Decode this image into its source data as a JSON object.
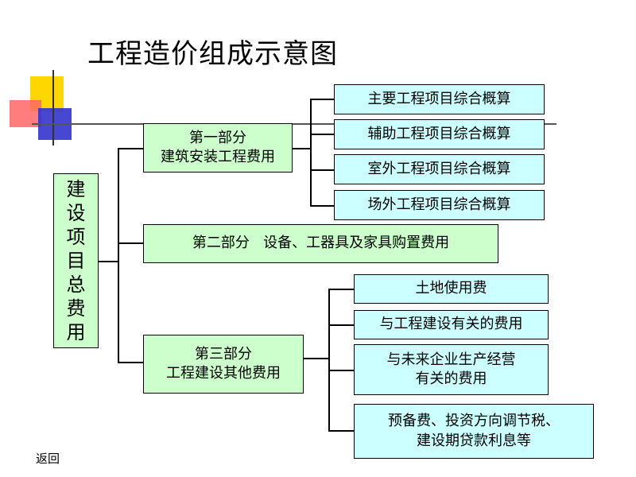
{
  "title": "工程造价组成示意图",
  "root": {
    "label_chars": [
      "建",
      "设",
      "项",
      "目",
      "总",
      "费",
      "用"
    ]
  },
  "parts": [
    {
      "line1": "第一部分",
      "line2": "建筑安装工程费用"
    },
    {
      "line1": "第二部分   设备、工器具及家具购置费用"
    },
    {
      "line1": "第三部分",
      "line2": "工程建设其他费用"
    }
  ],
  "part1_items": [
    "主要工程项目综合概算",
    "辅助工程项目综合概算",
    "室外工程项目综合概算",
    "场外工程项目综合概算"
  ],
  "part3_items": [
    {
      "line1": "土地使用费"
    },
    {
      "line1": "与工程建设有关的费用"
    },
    {
      "line1": "与未来企业生产经营",
      "line2": "有关的费用"
    },
    {
      "line1": "预备费、投资方向调节税、",
      "line2": "建设期贷款利息等"
    }
  ],
  "back_link": "返回",
  "colors": {
    "green_box": "#ccffcc",
    "cyan_box": "#ccffff",
    "deco_yellow": "#ffd700",
    "deco_red": "#ff4d4d",
    "deco_blue": "#3333cc"
  }
}
